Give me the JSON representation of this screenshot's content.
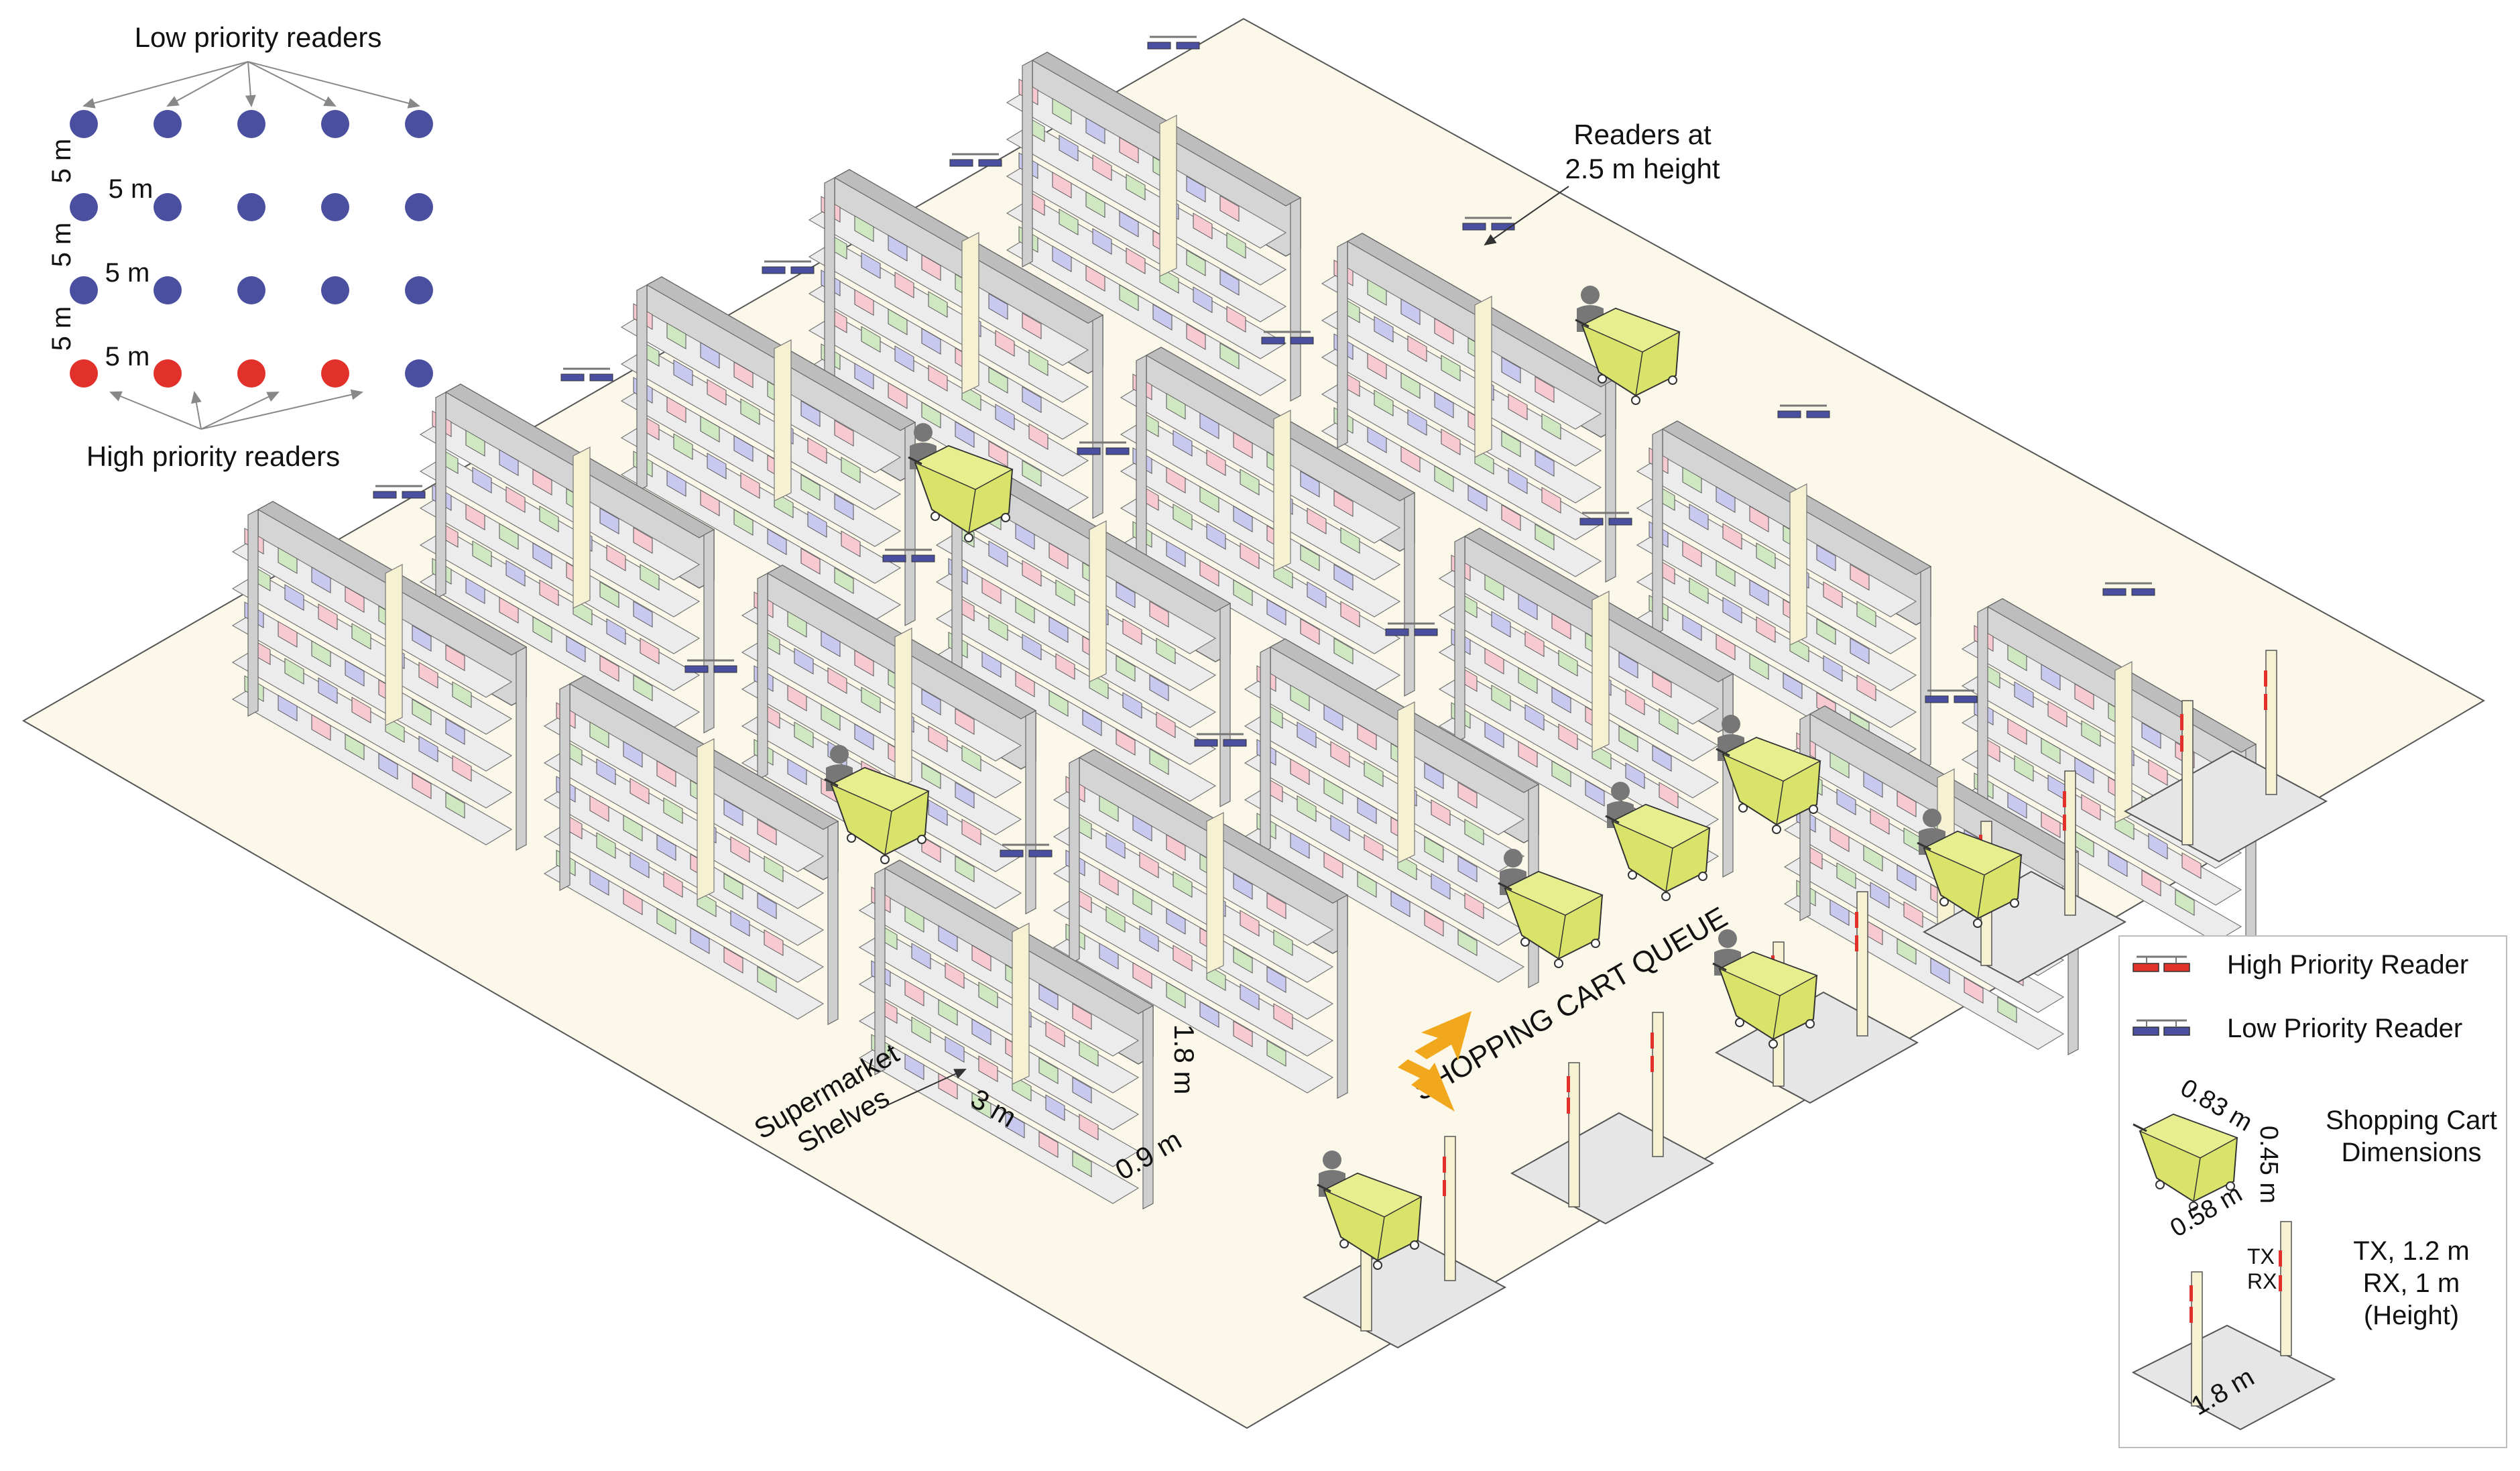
{
  "inset": {
    "low_priority_label": "Low priority readers",
    "high_priority_label": "High priority readers",
    "spacing_labels": [
      "5 m",
      "5 m",
      "5 m",
      "5 m",
      "5 m",
      "5 m"
    ],
    "rows": [
      [
        "low",
        "low",
        "low",
        "low",
        "low"
      ],
      [
        "low",
        "low",
        "low",
        "low",
        "low"
      ],
      [
        "low",
        "low",
        "low",
        "low",
        "low"
      ],
      [
        "high",
        "high",
        "high",
        "high",
        "low"
      ]
    ]
  },
  "annotations": {
    "readers_height": "Readers at\n2.5 m height",
    "shelves_label": "Supermarket\nShelves",
    "shelf_length": "3 m",
    "shelf_height": "1.8 m",
    "shelf_depth": "0.9 m",
    "queue_label": "SHOPPING CART QUEUE"
  },
  "legend": {
    "high_reader": "High Priority Reader",
    "low_reader": "Low Priority Reader",
    "cart_title": "Shopping Cart\nDimensions",
    "cart_dim_a": "0.83 m",
    "cart_dim_b": "0.45 m",
    "cart_dim_c": "0.58 m",
    "tx": "TX",
    "rx": "RX",
    "gate_title": "TX, 1.2 m\nRX, 1 m\n(Height)",
    "gate_width": "1.8 m"
  },
  "colors": {
    "floor": "#fbf8ea",
    "high_priority": "#e2302a",
    "low_priority": "#4a4fa0",
    "cart": "#d9e36a",
    "arrow": "#f2a81d",
    "box_pink": "#f7c9d0",
    "box_green": "#cfe8c2",
    "box_blue": "#c9c9ef"
  }
}
